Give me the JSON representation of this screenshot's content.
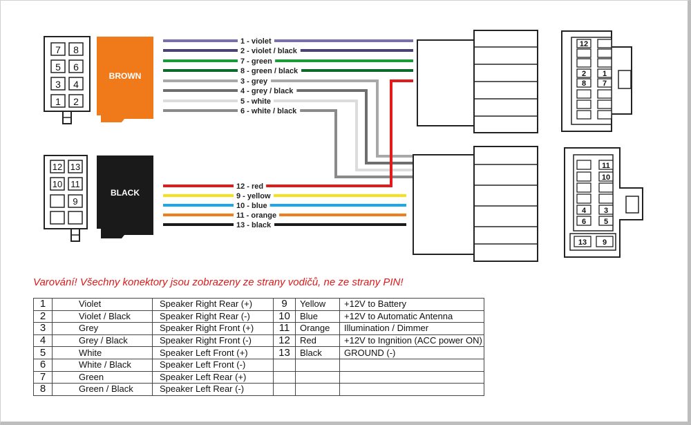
{
  "connectors": {
    "brown_label": "BROWN",
    "black_label": "BLACK"
  },
  "wires_top": [
    {
      "label": "1 - violet",
      "color": "#7a6fae"
    },
    {
      "label": "2 - violet / black",
      "color": "#4a4276"
    },
    {
      "label": "7 - green",
      "color": "#1a9a3a"
    },
    {
      "label": "8 - green / black",
      "color": "#0e6a2a"
    },
    {
      "label": "3 - grey",
      "color": "#a8a8a8"
    },
    {
      "label": "4 - grey / black",
      "color": "#6e6e6e"
    },
    {
      "label": "5 - white",
      "color": "#dcdcdc"
    },
    {
      "label": "6 - white / black",
      "color": "#8a8a8a"
    }
  ],
  "wires_bottom": [
    {
      "label": "12 - red",
      "color": "#e21a1a"
    },
    {
      "label": "9 - yellow",
      "color": "#f6e21c"
    },
    {
      "label": "10 - blue",
      "color": "#1ca7e8"
    },
    {
      "label": "11 - orange",
      "color": "#f07e1c"
    },
    {
      "label": "13 - black",
      "color": "#1a1a1a"
    }
  ],
  "pins": {
    "left_brown": [
      "7",
      "8",
      "5",
      "6",
      "3",
      "4",
      "1",
      "2"
    ],
    "left_black": [
      "12",
      "13",
      "10",
      "11",
      "9"
    ],
    "right_top": [
      "12",
      "2",
      "1",
      "8",
      "7"
    ],
    "right_bottom": [
      "11",
      "10",
      "4",
      "3",
      "6",
      "5",
      "13",
      "9"
    ]
  },
  "warning": "Varování! Všechny konektory jsou zobrazeny ze strany vodičů, ne ze strany PIN!",
  "legend": [
    [
      "1",
      "Violet",
      "Speaker Right Rear (+)",
      "9",
      "Yellow",
      "+12V to Battery"
    ],
    [
      "2",
      "Violet / Black",
      "Speaker Right Rear (-)",
      "10",
      "Blue",
      "+12V to Automatic Antenna"
    ],
    [
      "3",
      "Grey",
      "Speaker Right Front (+)",
      "11",
      "Orange",
      "Illumination / Dimmer"
    ],
    [
      "4",
      "Grey / Black",
      "Speaker Right Front (-)",
      "12",
      "Red",
      "+12V to Ingnition (ACC power ON)"
    ],
    [
      "5",
      "White",
      "Speaker Left Front (+)",
      "13",
      "Black",
      "GROUND (-)"
    ],
    [
      "6",
      "White / Black",
      "Speaker Left Front (-)",
      "",
      "",
      ""
    ],
    [
      "7",
      "Green",
      "Speaker Left Rear (+)",
      "",
      "",
      ""
    ],
    [
      "8",
      "Green / Black",
      "Speaker Left Rear (-)",
      "",
      "",
      ""
    ]
  ]
}
